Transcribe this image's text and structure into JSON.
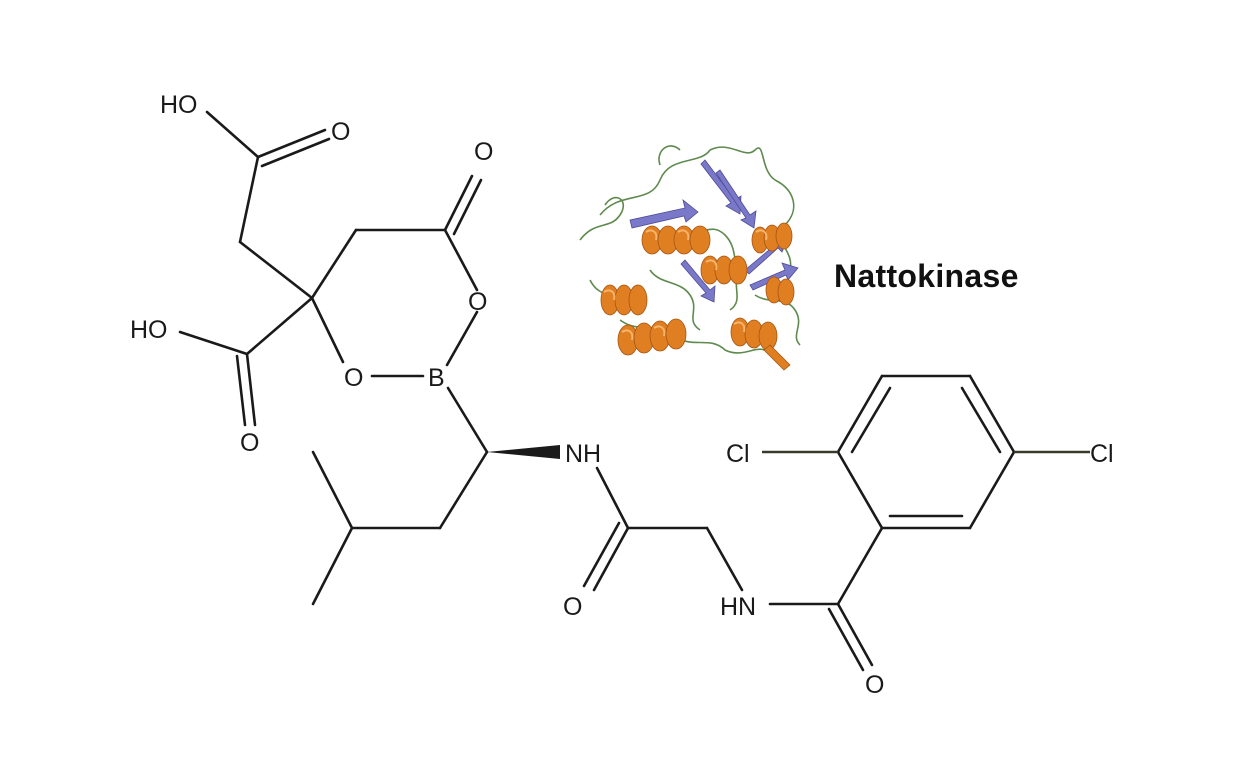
{
  "molecule": {
    "atom_labels": {
      "ho_top": "HO",
      "o_top_carbonyl": "O",
      "o_ring_ketone": "O",
      "ho_left": "HO",
      "o_ring_right": "O",
      "o_ring_left": "O",
      "boron": "B",
      "o_left_carbonyl": "O",
      "nh": "NH",
      "o_amide": "O",
      "hn": "HN",
      "o_benzamide": "O",
      "cl_left": "Cl",
      "cl_right": "Cl"
    }
  },
  "protein": {
    "name": "Nattokinase",
    "colors": {
      "helix": "#E07F22",
      "sheet": "#7A78C8",
      "coil": "#5E8A4E"
    }
  },
  "colors": {
    "background": "#FFFFFF",
    "bond": "#1A1A1A"
  }
}
